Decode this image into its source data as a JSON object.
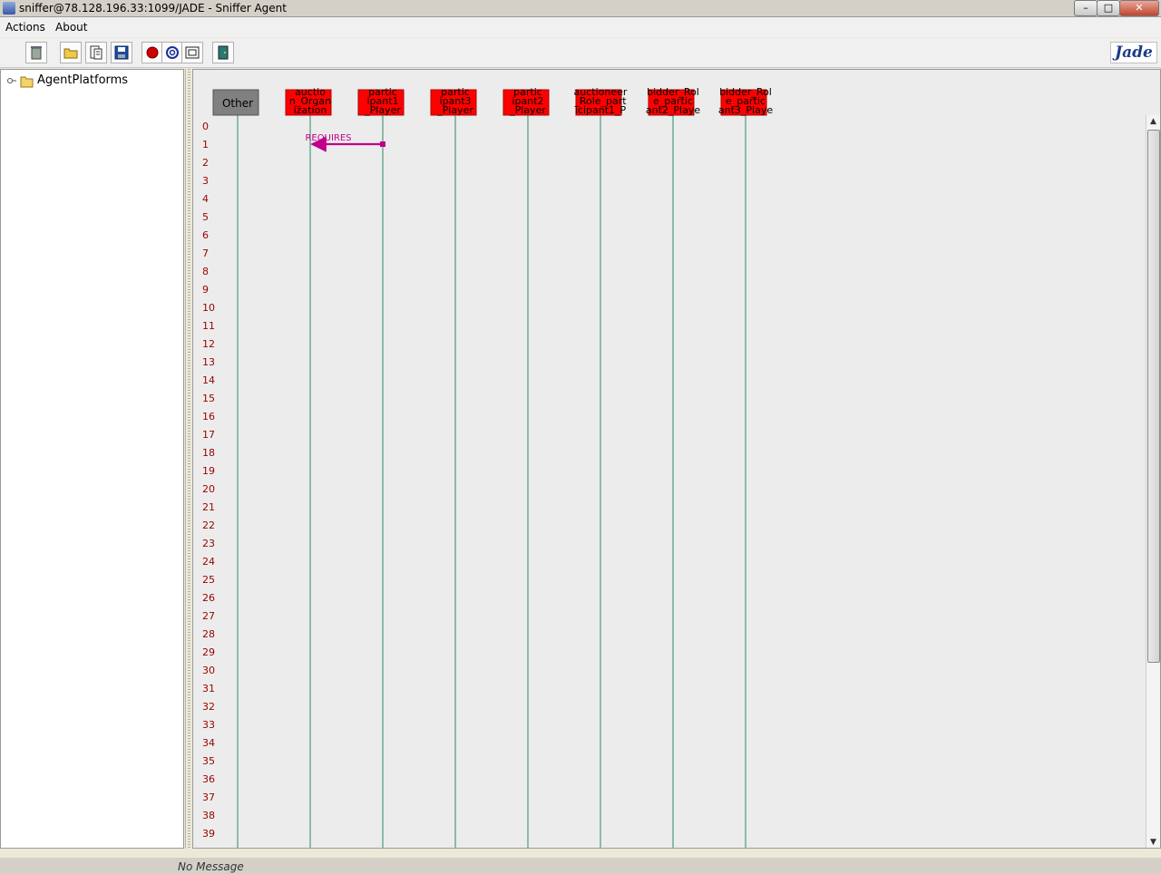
{
  "window": {
    "title": "sniffer@78.128.196.33:1099/JADE - Sniffer Agent"
  },
  "menu": [
    {
      "label": "Actions"
    },
    {
      "label": "About"
    }
  ],
  "toolbar": {
    "buttons": [
      {
        "name": "clear-canvas-button",
        "icon": "trash-can-icon"
      },
      {
        "name": "open-button",
        "icon": "folder-open-icon"
      },
      {
        "name": "write-snapshot-button",
        "icon": "document-icon"
      },
      {
        "name": "save-button",
        "icon": "floppy-disk-icon"
      },
      {
        "name": "record-button",
        "icon": "record-icon"
      },
      {
        "name": "at-button",
        "icon": "at-sign-icon"
      },
      {
        "name": "display-button",
        "icon": "screen-icon"
      },
      {
        "name": "exit-button",
        "icon": "exit-door-icon"
      }
    ],
    "logo_text": "Jade"
  },
  "tree": {
    "root_label": "AgentPlatforms"
  },
  "agents": [
    {
      "lines": [
        "Other"
      ],
      "color": "#808080"
    },
    {
      "lines": [
        "auctio",
        "n_Organ",
        "ization"
      ],
      "color": "#ff0000"
    },
    {
      "lines": [
        "partic",
        "ipant1",
        "_Player"
      ],
      "color": "#ff0000"
    },
    {
      "lines": [
        "partic",
        "ipant3",
        "_Player"
      ],
      "color": "#ff0000"
    },
    {
      "lines": [
        "partic",
        "ipant2",
        "_Player"
      ],
      "color": "#ff0000"
    },
    {
      "lines": [
        "auctioneer",
        "_Role_part",
        "icipant1_P"
      ],
      "color": "#ff0000"
    },
    {
      "lines": [
        "bidder_Rol",
        "e_partic",
        "ant2_Playe"
      ],
      "color": "#ff0000"
    },
    {
      "lines": [
        "bidder_Rol",
        "e_partic",
        "ant3_Playe"
      ],
      "color": "#ff0000"
    }
  ],
  "colors": {
    "magenta": "#c0008a",
    "blue": "#0000e0",
    "yellow": "#d8d800",
    "red": "#e00000",
    "black": "#000000",
    "pink": "#f000f0",
    "cyan": "#00e8f0",
    "salmon": "#f4b0a8",
    "teal": "#00c070",
    "green": "#00e000"
  },
  "messages": [
    {
      "row": 1,
      "label": "REQUIRES",
      "from": 2,
      "to": 1,
      "color": "magenta"
    }
  ],
  "status": {
    "text": "No Message"
  }
}
